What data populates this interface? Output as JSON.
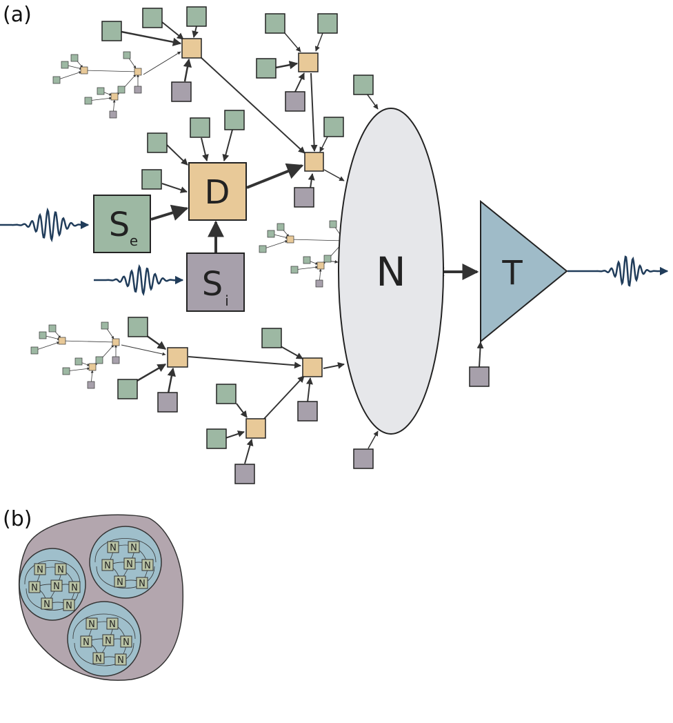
{
  "panels": {
    "a": {
      "label": "(a)"
    },
    "b": {
      "label": "(b)"
    }
  },
  "nodes": {
    "D": {
      "label": "D"
    },
    "Se": {
      "label": "S",
      "subscript": "e"
    },
    "Si": {
      "label": "S",
      "subscript": "i"
    },
    "N": {
      "label": "N"
    },
    "T": {
      "label": "T"
    }
  },
  "modules": {
    "node_label": "N"
  },
  "colors": {
    "green": "#9db8a3",
    "tan": "#e8c998",
    "purple": "#a7a0ab",
    "ellipse": "#e6e7ea",
    "triangle": "#9fbbc8",
    "signal": "#203c5a",
    "arrow": "#333333",
    "outer_blob": "#b3a6ae",
    "module": "#9fbfcb",
    "module_node": "#b9c3a5"
  }
}
